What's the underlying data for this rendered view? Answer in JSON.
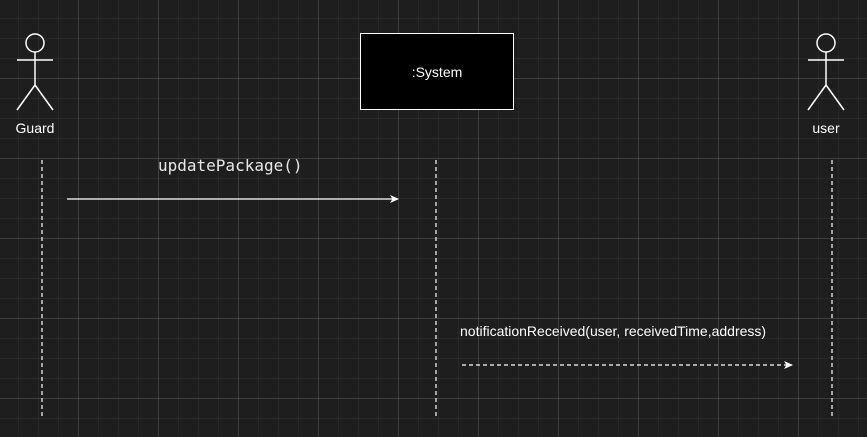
{
  "diagram": {
    "participants": {
      "guard": {
        "label": "Guard",
        "kind": "actor"
      },
      "system": {
        "label": ":System",
        "kind": "object"
      },
      "user": {
        "label": "user",
        "kind": "actor"
      }
    },
    "messages": [
      {
        "label": "updatePackage()",
        "from": "Guard",
        "to": ":System",
        "style": "solid"
      },
      {
        "label": "notificationReceived(user, receivedTime,address)",
        "from": ":System",
        "to": "user",
        "style": "dashed"
      }
    ]
  },
  "colors": {
    "background": "#1e1e1e",
    "stroke": "#ffffff",
    "box_fill": "#000000"
  }
}
